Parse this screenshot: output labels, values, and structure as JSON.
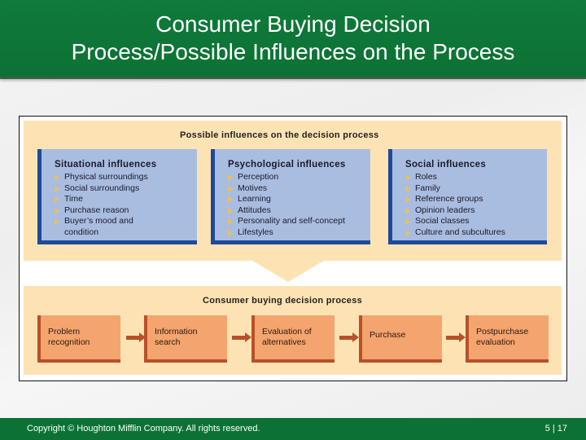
{
  "slide": {
    "title_line1": "Consumer Buying Decision",
    "title_line2": "Process/Possible Influences on the Process"
  },
  "influences": {
    "heading": "Possible influences on the decision process",
    "groups": [
      {
        "title": "Situational influences",
        "items": [
          "Physical surroundings",
          "Social surroundings",
          "Time",
          "Purchase reason",
          "Buyer’s mood and condition"
        ]
      },
      {
        "title": "Psychological influences",
        "items": [
          "Perception",
          "Motives",
          "Learning",
          "Attitudes",
          "Personality and self-concept",
          "Lifestyles"
        ]
      },
      {
        "title": "Social influences",
        "items": [
          "Roles",
          "Family",
          "Reference groups",
          "Opinion leaders",
          "Social classes",
          "Culture and subcultures"
        ]
      }
    ]
  },
  "process": {
    "heading": "Consumer buying decision process",
    "steps": [
      {
        "line1": "Problem",
        "line2": "recognition"
      },
      {
        "line1": "Information",
        "line2": "search"
      },
      {
        "line1": "Evaluation of",
        "line2": "alternatives"
      },
      {
        "line1": "Purchase",
        "line2": ""
      },
      {
        "line1": "Postpurchase",
        "line2": "evaluation"
      }
    ]
  },
  "footer": {
    "copyright": "Copyright © Houghton Mifflin Company.  All rights reserved.",
    "page": "5 | 17"
  },
  "colors": {
    "header_green": "#0f7a3a",
    "panel_tan": "#fde3b4",
    "influence_box": "#a9bde0",
    "influence_edge": "#1d4a9a",
    "process_box": "#f4a46e",
    "process_edge": "#b9502a",
    "bullet": "#e8c060"
  }
}
